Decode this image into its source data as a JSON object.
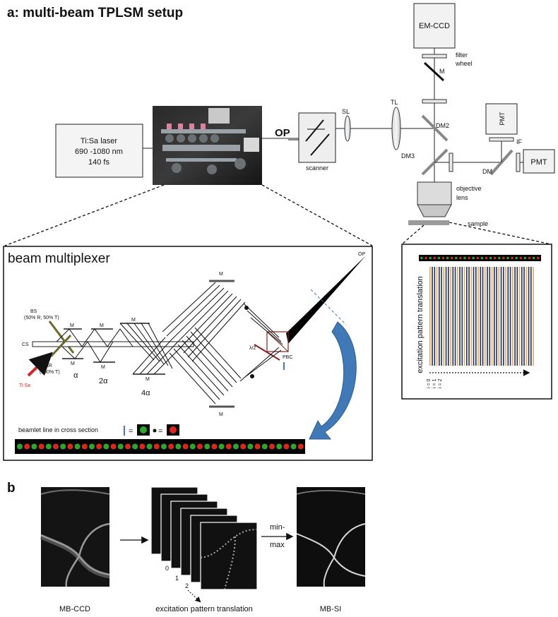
{
  "panel_a": {
    "title": "a: multi-beam TPLSM setup",
    "laser": {
      "name": "Ti:Sa laser",
      "range": "690 -1080 nm",
      "pulse": "140 fs"
    },
    "op": "OP",
    "scanner": "scanner",
    "sl": "SL",
    "tl": "TL",
    "dm2": "DM2",
    "dm3": "DM3",
    "dm": "DM",
    "if": "IF",
    "pmt": "PMT",
    "emccd": "EM-CCD",
    "filter_wheel": [
      "filter",
      "wheel"
    ],
    "mirror": "M",
    "objective": [
      "objective",
      "lens"
    ],
    "sample": "sample"
  },
  "multiplexer": {
    "title": "beam multiplexer",
    "op": "OP",
    "bs": [
      "BS",
      "(50% R; 50% T)"
    ],
    "cs": "CS",
    "ar": [
      "AR",
      "(100% T)"
    ],
    "tisa": "Ti:Sa",
    "m": "M",
    "alpha": "α",
    "two_alpha": "2α",
    "four_alpha": "4α",
    "lambda2": "λ/2",
    "pbc": "PBC",
    "cross_section": "beamlet line in cross section",
    "equals": "="
  },
  "excitation": {
    "label": "excitation pattern translation",
    "steps": [
      "i = 0",
      "i = 1",
      "i = 2"
    ]
  },
  "panel_b": {
    "title": "b",
    "left_caption": "MB-CCD",
    "middle_caption": "excitation pattern translation",
    "right_caption": "MB-SI",
    "minmax": [
      "min-",
      "max"
    ],
    "frame_indices": [
      "0",
      "1",
      "2"
    ]
  },
  "colors": {
    "beam_red": "#e0241b",
    "beam_green": "#2aa82a",
    "arrow_blue": "#3f79b8",
    "pattern_orange": "#e8a64a",
    "pattern_blue": "#1f2f5e"
  }
}
